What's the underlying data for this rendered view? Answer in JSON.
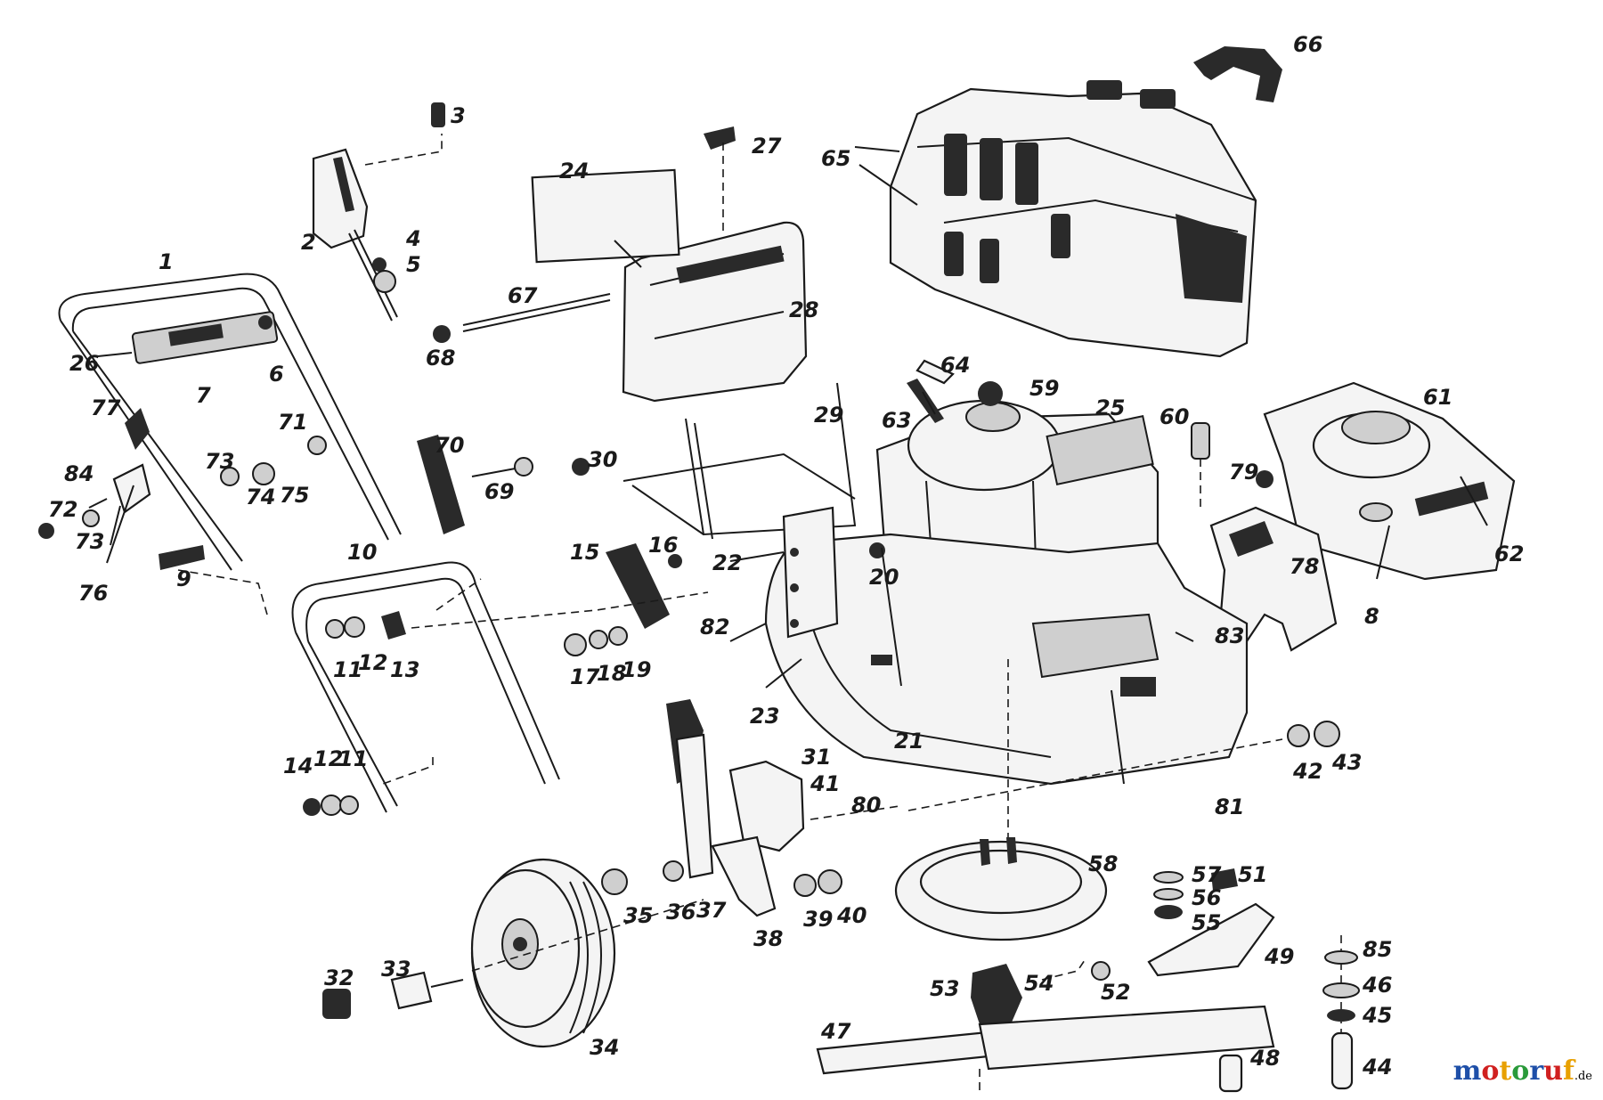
{
  "watermark": {
    "text": "motoruf",
    "suffix": ".de"
  },
  "parts": [
    {
      "n": "1"
    },
    {
      "n": "2"
    },
    {
      "n": "3"
    },
    {
      "n": "4"
    },
    {
      "n": "5"
    },
    {
      "n": "6"
    },
    {
      "n": "7"
    },
    {
      "n": "8"
    },
    {
      "n": "9"
    },
    {
      "n": "10"
    },
    {
      "n": "11"
    },
    {
      "n": "12"
    },
    {
      "n": "13"
    },
    {
      "n": "14"
    },
    {
      "n": "12"
    },
    {
      "n": "11"
    },
    {
      "n": "15"
    },
    {
      "n": "16"
    },
    {
      "n": "17"
    },
    {
      "n": "18"
    },
    {
      "n": "19"
    },
    {
      "n": "20"
    },
    {
      "n": "21"
    },
    {
      "n": "22"
    },
    {
      "n": "23"
    },
    {
      "n": "24"
    },
    {
      "n": "25"
    },
    {
      "n": "26"
    },
    {
      "n": "27"
    },
    {
      "n": "28"
    },
    {
      "n": "29"
    },
    {
      "n": "30"
    },
    {
      "n": "31"
    },
    {
      "n": "32"
    },
    {
      "n": "33"
    },
    {
      "n": "34"
    },
    {
      "n": "35"
    },
    {
      "n": "36"
    },
    {
      "n": "37"
    },
    {
      "n": "38"
    },
    {
      "n": "39"
    },
    {
      "n": "40"
    },
    {
      "n": "41"
    },
    {
      "n": "42"
    },
    {
      "n": "43"
    },
    {
      "n": "44"
    },
    {
      "n": "45"
    },
    {
      "n": "46"
    },
    {
      "n": "47"
    },
    {
      "n": "48"
    },
    {
      "n": "49"
    },
    {
      "n": "51"
    },
    {
      "n": "52"
    },
    {
      "n": "53"
    },
    {
      "n": "54"
    },
    {
      "n": "55"
    },
    {
      "n": "56"
    },
    {
      "n": "57"
    },
    {
      "n": "58"
    },
    {
      "n": "59"
    },
    {
      "n": "60"
    },
    {
      "n": "61"
    },
    {
      "n": "62"
    },
    {
      "n": "63"
    },
    {
      "n": "64"
    },
    {
      "n": "65"
    },
    {
      "n": "66"
    },
    {
      "n": "67"
    },
    {
      "n": "68"
    },
    {
      "n": "69"
    },
    {
      "n": "70"
    },
    {
      "n": "71"
    },
    {
      "n": "72"
    },
    {
      "n": "73"
    },
    {
      "n": "73"
    },
    {
      "n": "74"
    },
    {
      "n": "75"
    },
    {
      "n": "76"
    },
    {
      "n": "77"
    },
    {
      "n": "78"
    },
    {
      "n": "79"
    },
    {
      "n": "80"
    },
    {
      "n": "81"
    },
    {
      "n": "82"
    },
    {
      "n": "83"
    },
    {
      "n": "84"
    },
    {
      "n": "85"
    }
  ],
  "colors": {
    "ink": "#1a1a1a",
    "wm_m": "#1e4fa8",
    "wm_o1": "#d02020",
    "wm_t": "#e8a000",
    "wm_o2": "#2a9a3a",
    "wm_r": "#1e4fa8",
    "wm_u": "#d02020",
    "wm_f": "#e8a000"
  }
}
